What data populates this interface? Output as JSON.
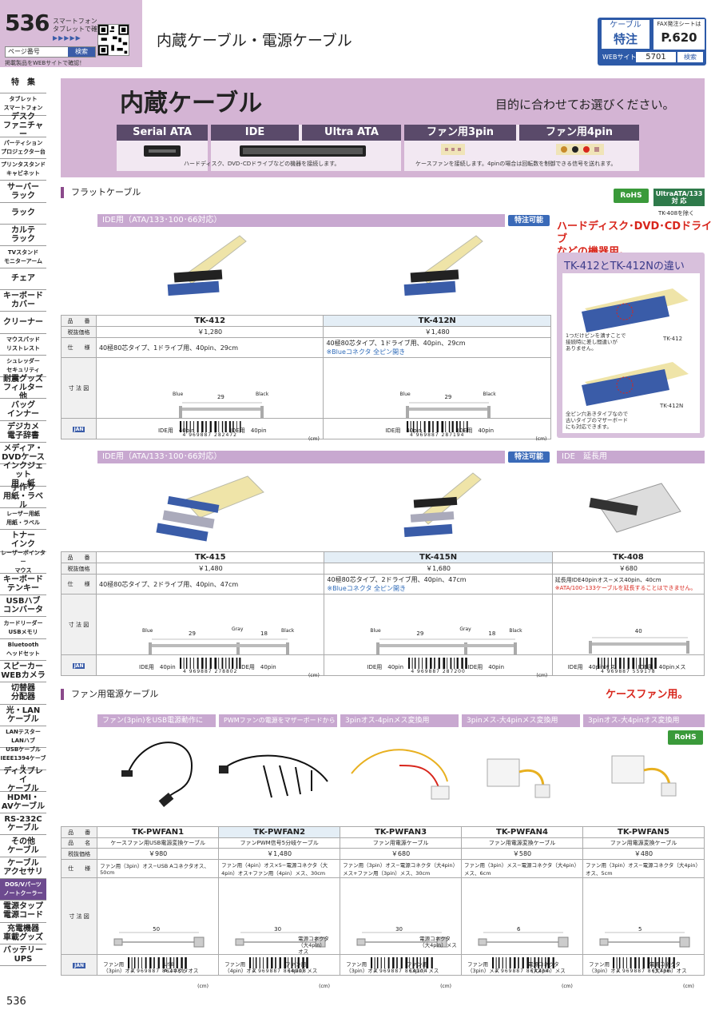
{
  "header": {
    "page_number": "536",
    "smartphone_text": "スマートフォン\nタブレットで確認",
    "arrows": "▶▶▶▶▶",
    "page_search_label": "ページ番号",
    "page_search_button": "検索",
    "web_note": "掲載製品をWEBサイトで確認！",
    "title": "内蔵ケーブル・電源ケーブル",
    "cable_label": "ケーブル",
    "special_order": "特注",
    "fax_label": "FAX発注シートは",
    "fax_page": "P.620",
    "web_label": "WEBサイトへ",
    "web_code": "5701",
    "web_button": "検索"
  },
  "sidebar": [
    "特　集",
    "タブレット\nスマートフォン",
    "デスク\nファニチャー",
    "パーティション\nプロジェクター台",
    "プリンタスタンド\nキャビネット",
    "サーバー\nラック",
    "ラック",
    "カルテ\nラック",
    "TVスタンド\nモニターアーム",
    "チェア",
    "キーボード\nカバー",
    "クリーナー",
    "マウスパッド\nリストレスト",
    "シュレッダー\nセキュリティ",
    "耐震グッズ\nフィルター他",
    "バッグ\nインナー",
    "デジカメ\n電子辞書",
    "メディア・\nDVDケース",
    "インクジェット\n用　紙",
    "手作り\n用紙・ラベル",
    "レーザー用紙\n用紙・ラベル",
    "トナー\nインク",
    "レーザーポインター\nマウス",
    "キーボード\nテンキー",
    "USBハブ\nコンバータ",
    "カードリーダー\nUSBメモリ",
    "Bluetooth\nヘッドセット",
    "スピーカー\nWEBカメラ",
    "切替器\n分配器",
    "光・LAN\nケーブル",
    "LANテスター\nLANハブ",
    "USBケーブル\nIEEE1394ケーブル",
    "ディスプレイ\nケーブル",
    "HDMI・\nAVケーブル",
    "RS-232C\nケーブル",
    "その他\nケーブル",
    "ケーブル\nアクセサリ",
    "DOS/Vパーツ\nノートクーラー",
    "電源タップ\n電源コード",
    "充電機器\n車載グッズ",
    "バッテリー\nUPS"
  ],
  "sidebar_active_index": 37,
  "footer_page": "536",
  "intro": {
    "title": "内蔵ケーブル",
    "subtitle": "目的に合わせてお選びください。",
    "tabs": [
      "Serial ATA",
      "IDE",
      "Ultra ATA",
      "ファン用3pin",
      "ファン用4pin"
    ],
    "note1": "ハードディスク、DVD･CDドライブなどの機器を接続します。",
    "note2": "ケースファンを接続します。4pinの場合は回転数を制御できる信号を送れます。"
  },
  "flat": {
    "heading": "フラットケーブル",
    "rohs": "RoHS",
    "ultra_a": "UltraATA/133",
    "ultra_b": "対 応",
    "tk408_note": "TK-408を除く",
    "red_note": "ハードディスク･DVD･CDドライブ\nなどの機器用。",
    "diff_title": "TK-412とTK-412Nの違い",
    "diff_note1": "1つだけピンを潰すことで\n接続時に差し間違いが\nありません。",
    "diff_note2": "全ピン穴あきタイプなので\n古いタイプのマザーボード\nにも対応できます。",
    "diff_lbl1": "TK-412",
    "diff_lbl2": "TK-412N",
    "bar1": "IDE用（ATA/133･100･66対応）",
    "bar2": "IDE用（ATA/133･100･66対応）",
    "bar3": "IDE　延長用",
    "special": "特注可能"
  },
  "row_labels": {
    "name": "品　　番",
    "pname": "品　　名",
    "price": "税抜価格",
    "spec": "仕　　様",
    "dim": "寸 法 図",
    "jan": "JAN"
  },
  "table1": [
    {
      "name": "TK-412",
      "price": "￥1,280",
      "spec": "40極80芯タイプ、1ドライブ用、40pin、29cm",
      "note": "",
      "dim_len": "29",
      "lbl_l": "Blue",
      "lbl_r": "Black",
      "end_l": "IDE用　40pin",
      "end_r": "IDE用　40pin",
      "jan": "4 969887 282472"
    },
    {
      "name": "TK-412N",
      "price": "￥1,480",
      "spec": "40極80芯タイプ、1ドライブ用、40pin、29cm",
      "note": "※Blueコネクタ 全ピン開き",
      "dim_len": "29",
      "lbl_l": "Blue",
      "lbl_r": "Black",
      "end_l": "IDE用　40pin",
      "end_r": "IDE用　40pin",
      "jan": "4 969887 287194"
    }
  ],
  "table2": [
    {
      "name": "TK-415",
      "price": "￥1,480",
      "spec": "40極80芯タイプ、2ドライブ用、40pin、47cm",
      "note": "",
      "dim_a": "29",
      "dim_b": "18",
      "lbl_l": "Blue",
      "lbl_m": "Gray",
      "lbl_r": "Black",
      "end_l": "IDE用　40pin",
      "end_r": "IDE用　40pin",
      "jan": "4 969887 278802"
    },
    {
      "name": "TK-415N",
      "price": "￥1,680",
      "spec": "40極80芯タイプ、2ドライブ用、40pin、47cm",
      "note": "※Blueコネクタ 全ピン開き",
      "dim_a": "29",
      "dim_b": "18",
      "lbl_l": "Blue",
      "lbl_m": "Gray",
      "lbl_r": "Black",
      "end_l": "IDE用　40pin",
      "end_r": "IDE用　40pin",
      "jan": "4 969887 287200"
    },
    {
      "name": "TK-408",
      "price": "￥680",
      "spec": "延長用IDE40pinオス−メス40pin、40cm",
      "note": "※ATA/100･133ケーブルを延長することはできません。",
      "dim_len": "40",
      "end_l": "IDE用　40pinオス",
      "end_r": "IDE用　40pinメス",
      "jan": "4 969887 559178"
    }
  ],
  "cm": "(cm)",
  "fan": {
    "heading": "ファン用電源ケーブル",
    "red_note": "ケースファン用。",
    "bars": [
      "ファン(3pin)をUSB電源動作に",
      "PWMファンの電源をマザーボードからとれる",
      "3pinオス-4pinメス変換用",
      "3pinメス-大4pinメス変換用",
      "3pinオス-大4pinオス変換用"
    ],
    "products": [
      {
        "name": "TK-PWFAN1",
        "pname": "ケースファン用USB電源変換ケーブル",
        "price": "￥980",
        "spec": "ファン用（3pin）オス−USB Aコネクタオス、50cm",
        "len": "50",
        "a": "ファン用\n（3pin）オス",
        "b": "USB\nAコネクタオス",
        "jan": "4 969887 864081"
      },
      {
        "name": "TK-PWFAN2",
        "pname": "ファンPWM信号5分岐ケーブル",
        "price": "￥1,480",
        "spec": "ファン用（4pin）オス×5−電源コネクタ（大4pin）オス+ファン用（4pin）メス、30cm",
        "len": "30",
        "a": "ファン用\n（4pin）オス",
        "b": "ファン用\n（4pin）メス",
        "c": "電源コネクタ\n（大4pin）\nオス",
        "jan": "4 969887 864098"
      },
      {
        "name": "TK-PWFAN3",
        "pname": "ファン用電源ケーブル",
        "price": "￥680",
        "spec": "ファン用（3pin）オス−電源コネクタ（大4pin）メス+ファン用（3pin）メス、30cm",
        "len": "30",
        "a": "ファン用\n（3pin）オス",
        "b": "ファン用\n（3pin）メス",
        "c": "電源コネクタ\n（大4pin）メス",
        "jan": "4 969887 864104"
      },
      {
        "name": "TK-PWFAN4",
        "pname": "ファン用電源変換ケーブル",
        "price": "￥580",
        "spec": "ファン用（3pin）メス−電源コネクタ（大4pin）メス、6cm",
        "len": "6",
        "a": "ファン用\n（3pin）メス",
        "b": "電源コネクタ\n（大4pin）メス",
        "jan": "4 969887 864234"
      },
      {
        "name": "TK-PWFAN5",
        "pname": "ファン用電源変換ケーブル",
        "price": "￥480",
        "spec": "ファン用（3pin）オス−電源コネクタ（大4pin）オス、5cm",
        "len": "5",
        "a": "ファン用\n（3pin）オス",
        "b": "電源コネクタ\n（大4pin）オス",
        "jan": "4 969887 865736"
      }
    ]
  }
}
